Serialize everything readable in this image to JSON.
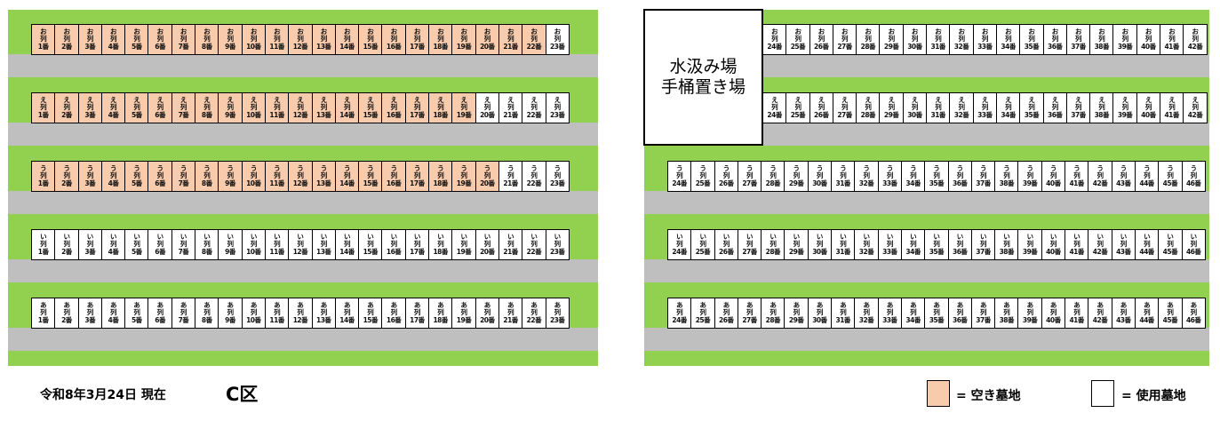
{
  "colors": {
    "empty": "#f8cbad",
    "used": "#ffffff",
    "grass": "#92d050",
    "path": "#bfbfbf"
  },
  "water_station": {
    "line1": "水汲み場",
    "line2": "手桶置き場"
  },
  "footer": {
    "date": "令和8年3月24日 現在",
    "section": "C区"
  },
  "legend": [
    {
      "label": "= 空き墓地",
      "status": "empty"
    },
    {
      "label": "= 使用墓地",
      "status": "used"
    }
  ],
  "rows": [
    {
      "kana": "お",
      "left": {
        "start": 1,
        "end": 23,
        "empty_until": 22
      },
      "right": {
        "start": 24,
        "end": 42,
        "empty_until": 0
      }
    },
    {
      "kana": "え",
      "left": {
        "start": 1,
        "end": 23,
        "empty_until": 19
      },
      "right": {
        "start": 24,
        "end": 42,
        "empty_until": 0
      }
    },
    {
      "kana": "う",
      "left": {
        "start": 1,
        "end": 23,
        "empty_until": 20
      },
      "right": {
        "start": 24,
        "end": 46,
        "empty_until": 0
      }
    },
    {
      "kana": "い",
      "left": {
        "start": 1,
        "end": 23,
        "empty_until": 0
      },
      "right": {
        "start": 24,
        "end": 46,
        "empty_until": 0
      }
    },
    {
      "kana": "あ",
      "left": {
        "start": 1,
        "end": 23,
        "empty_until": 0
      },
      "right": {
        "start": 24,
        "end": 46,
        "empty_until": 0
      }
    }
  ],
  "labels": {
    "row_suffix": "列",
    "number_suffix": "番"
  }
}
